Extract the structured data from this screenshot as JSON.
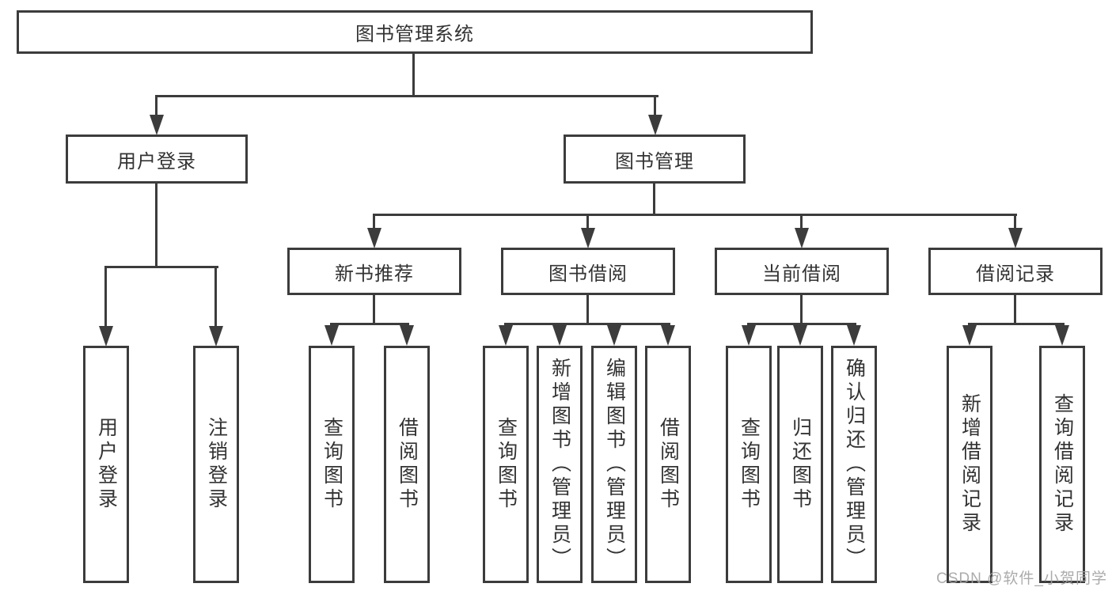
{
  "tree": {
    "root": "图书管理系统",
    "user_login": {
      "label": "用户登录",
      "children": [
        "用户登录",
        "注销登录"
      ]
    },
    "book_mgmt": {
      "label": "图书管理",
      "children": [
        {
          "label": "新书推荐",
          "children": [
            "查询图书",
            "借阅图书"
          ]
        },
        {
          "label": "图书借阅",
          "children": [
            "查询图书",
            "新增图书（管理员）",
            "编辑图书（管理员）",
            "借阅图书"
          ]
        },
        {
          "label": "当前借阅",
          "children": [
            "查询图书",
            "归还图书",
            "确认归还（管理员）"
          ]
        },
        {
          "label": "借阅记录",
          "children": [
            "新增借阅记录",
            "查询借阅记录"
          ]
        }
      ]
    }
  },
  "watermark": "CSDN @软件_小贺同学",
  "colors": {
    "line": "#3c3c3c",
    "text": "#333333",
    "background": "#ffffff",
    "watermark": "#a3a3a3"
  }
}
